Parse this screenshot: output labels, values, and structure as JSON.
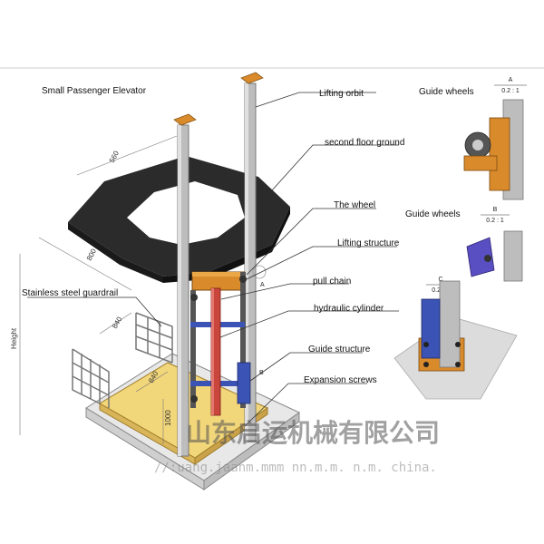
{
  "title": "Small Passenger Elevator",
  "labels": {
    "lifting_orbit": "Lifting orbit",
    "second_floor_ground": "second floor ground",
    "the_wheel": "The wheel",
    "lifting_structure": "Lifting structure",
    "pull_chain": "pull chain",
    "hydraulic_cylinder": "hydraulic cylinder",
    "guide_structure": "Guide structure",
    "expansion_screws": "Expansion screws",
    "stainless_guardrail": "Stainless steel guardrail"
  },
  "point_markers": {
    "a": "A",
    "b": "B"
  },
  "details": {
    "a": {
      "title": "Guide wheels",
      "letter": "A",
      "scale": "0.2 : 1"
    },
    "b": {
      "title": "Guide wheels",
      "letter": "B",
      "scale": "0.2 : 1"
    },
    "c": {
      "letter": "C",
      "scale": "0.2 : 1"
    }
  },
  "dimensions": {
    "d1": "560",
    "d2": "800",
    "d3": "Height",
    "d4": "840",
    "d5": "840",
    "d6": "1000"
  },
  "watermark": {
    "company": "山东启运机械有限公司",
    "url": "//:uang.jaanm.mmm  nn.m.m. n.m. china."
  },
  "colors": {
    "platform": "#f2d67a",
    "slab": "#2b2b2b",
    "beam": "#d98a2b",
    "cylinder": "#c9463d",
    "guide": "#3a53b5",
    "pillar": "#bdbdbd"
  }
}
